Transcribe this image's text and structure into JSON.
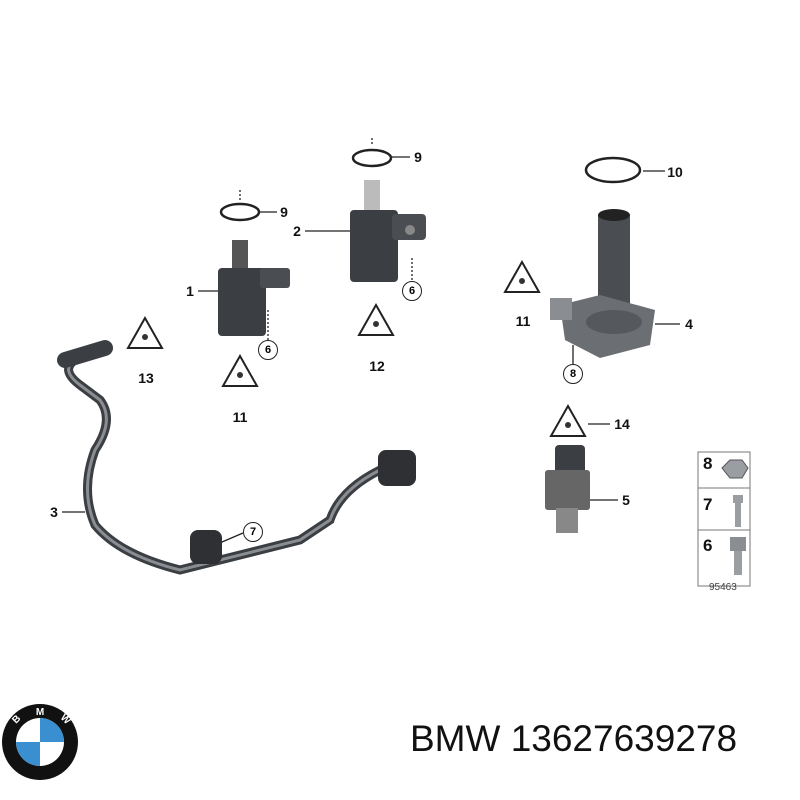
{
  "callouts": {
    "c1": "1",
    "c2": "2",
    "c3": "3",
    "c4": "4",
    "c5": "5",
    "c9a": "9",
    "c9b": "9",
    "c10": "10",
    "c11a": "11",
    "c11b": "11",
    "c12": "12",
    "c13": "13",
    "c14": "14"
  },
  "circled": {
    "c6a": "6",
    "c6b": "6",
    "c7": "7",
    "c8": "8"
  },
  "legend": {
    "items": [
      "8",
      "7",
      "6"
    ],
    "diagram_number": "95463"
  },
  "logo": {
    "text": "BMW",
    "colors": {
      "blue": "#3a8fd0",
      "ring": "#111111"
    }
  },
  "title": "BMW 13627639278"
}
